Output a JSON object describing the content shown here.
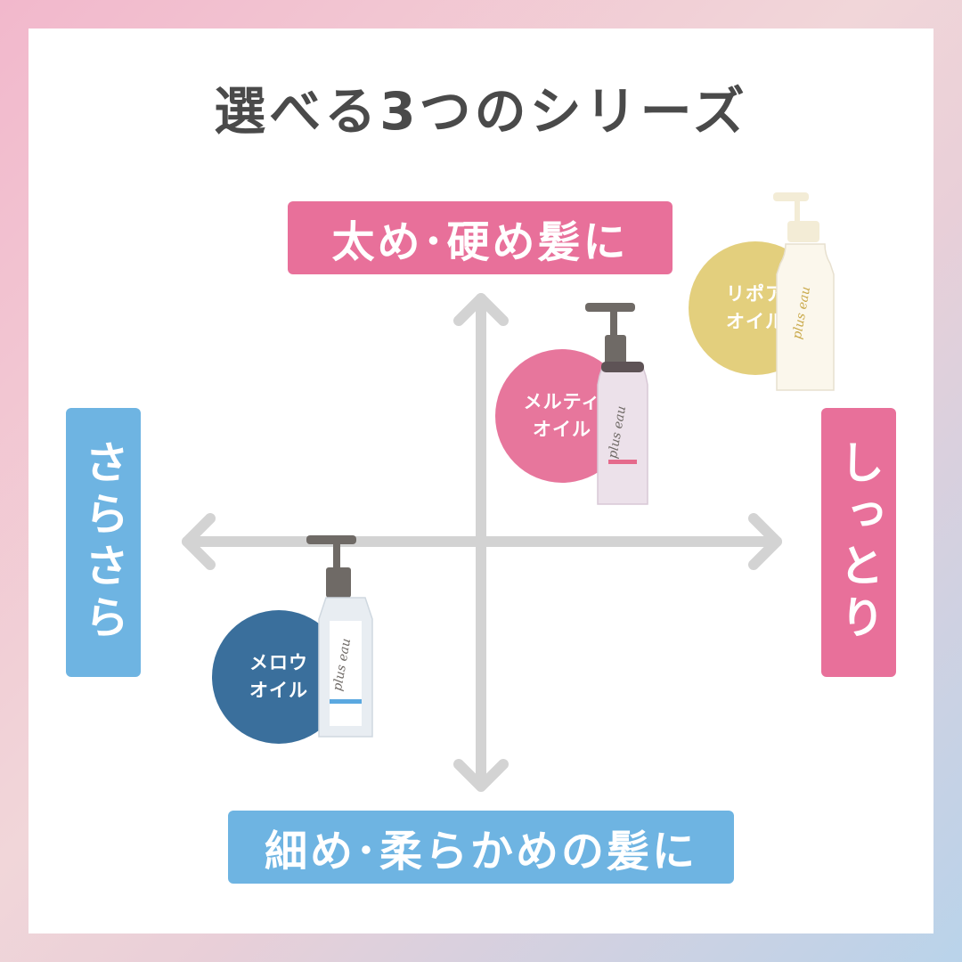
{
  "title": "選べる3つのシリーズ",
  "axis_labels": {
    "top": "太め･硬め髪に",
    "bottom": "細め･柔らかめの髪に",
    "left": "さらさら",
    "right": "しっとり"
  },
  "products": [
    {
      "name_line1": "リポア",
      "name_line2": "オイル",
      "brand": "plus eau",
      "color": "#e3cf7d",
      "bottle_color": "#fbf7ec",
      "pump_color": "#f3ecd6"
    },
    {
      "name_line1": "メルティ",
      "name_line2": "オイル",
      "brand": "plus eau",
      "color": "#e7769c",
      "bottle_color": "#ece1ea",
      "pump_color": "#6f6a66"
    },
    {
      "name_line1": "メロウ",
      "name_line2": "オイル",
      "brand": "plus eau",
      "color": "#3a6f9c",
      "bottle_color": "#e8edf2",
      "pump_color": "#6f6a66"
    }
  ],
  "colors": {
    "pink": "#e8709a",
    "blue": "#6eb4e2",
    "axis_gray": "#d3d3d3",
    "title_gray": "#4a4a4a"
  }
}
